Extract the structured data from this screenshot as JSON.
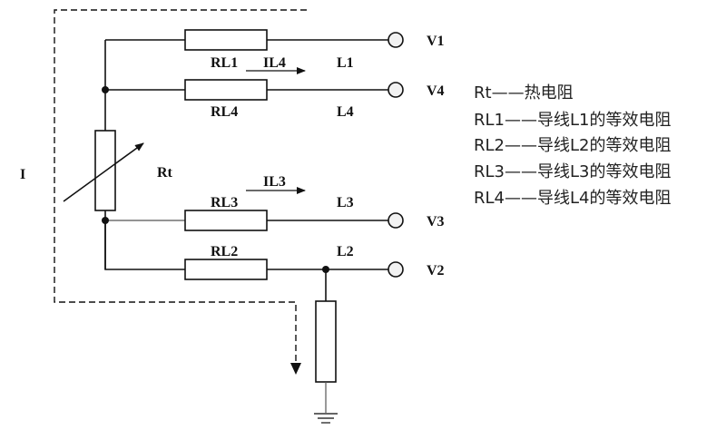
{
  "diagram": {
    "labels": {
      "current_total": "I",
      "rt": "Rt",
      "rl1": "RL1",
      "rl2": "RL2",
      "rl3": "RL3",
      "rl4": "RL4",
      "il4": "IL4",
      "il3": "IL3",
      "l1": "L1",
      "l2": "L2",
      "l3": "L3",
      "l4": "L4",
      "v1": "V1",
      "v2": "V2",
      "v3": "V3",
      "v4": "V4"
    },
    "legend": [
      {
        "symbol": "Rt",
        "dash": "——",
        "desc": "热电阻"
      },
      {
        "symbol": "RL1",
        "dash": "——",
        "desc": "导线L1的等效电阻"
      },
      {
        "symbol": "RL2",
        "dash": "——",
        "desc": "导线L2的等效电阻"
      },
      {
        "symbol": "RL3",
        "dash": "——",
        "desc": "导线L3的等效电阻"
      },
      {
        "symbol": "RL4",
        "dash": "——",
        "desc": "导线L4的等效电阻"
      }
    ]
  }
}
